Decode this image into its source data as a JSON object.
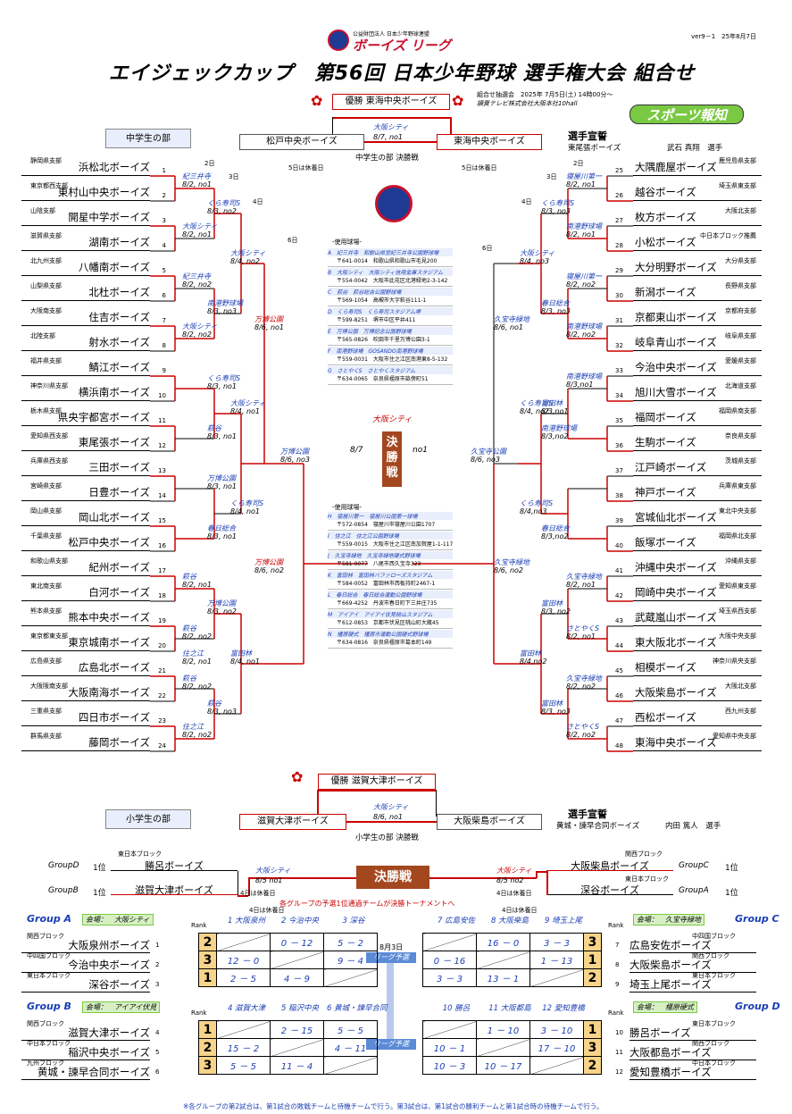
{
  "logo": {
    "org": "公益財団法人 日本少年野球連盟",
    "name": "ボーイズ リーグ"
  },
  "version": "ver9－1　25年8月7日",
  "title": "エイジェックカップ　第56回 日本少年野球 選手権大会 組合せ",
  "champion_mid": "優勝 東海中央ボーイズ",
  "draw_info": "組合せ抽選会　2025年 7月5日(土) 14時00分～",
  "draw_venue": "讀賣テレビ株式会社大阪本社10hall",
  "sponsor": "スポーツ報知",
  "mid_label": "中学生の部",
  "mid_final": {
    "left": "松戸中央ボーイズ",
    "right": "東海中央ボーイズ",
    "venue": "大阪シティ",
    "date": "8/7, no1",
    "label": "中学生の部 決勝戦"
  },
  "oath_title": "選手宣誓",
  "oath_mid": {
    "team": "東尾張ボーイズ",
    "player": "武石 真翔　選手"
  },
  "rest_day": "5日は休養日",
  "days": {
    "d2": "2日",
    "d3": "3日",
    "d4": "4日",
    "d6": "6日"
  },
  "left_teams": [
    {
      "pref": "静岡県支部",
      "team": "浜松北ボーイズ",
      "n": "1"
    },
    {
      "pref": "東京都西支部",
      "team": "東村山中央ボーイズ",
      "n": "2"
    },
    {
      "pref": "山陰支部",
      "team": "開星中学ボーイズ",
      "n": "3"
    },
    {
      "pref": "滋賀県支部",
      "team": "湖南ボーイズ",
      "n": "4"
    },
    {
      "pref": "北九州支部",
      "team": "八幡南ボーイズ",
      "n": "5"
    },
    {
      "pref": "山梨県支部",
      "team": "北杜ボーイズ",
      "n": "6"
    },
    {
      "pref": "大阪南支部",
      "team": "住吉ボーイズ",
      "n": "7"
    },
    {
      "pref": "北陸支部",
      "team": "射水ボーイズ",
      "n": "8"
    },
    {
      "pref": "福井県支部",
      "team": "鯖江ボーイズ",
      "n": "9"
    },
    {
      "pref": "神奈川県支部",
      "team": "横浜南ボーイズ",
      "n": "10"
    },
    {
      "pref": "栃木県支部",
      "team": "県央宇都宮ボーイズ",
      "n": "11"
    },
    {
      "pref": "愛知県西支部",
      "team": "東尾張ボーイズ",
      "n": "12"
    },
    {
      "pref": "兵庫県西支部",
      "team": "三田ボーイズ",
      "n": "13"
    },
    {
      "pref": "宮崎県支部",
      "team": "日豊ボーイズ",
      "n": "14"
    },
    {
      "pref": "岡山県支部",
      "team": "岡山北ボーイズ",
      "n": "15"
    },
    {
      "pref": "千葉県支部",
      "team": "松戸中央ボーイズ",
      "n": "16"
    },
    {
      "pref": "和歌山県支部",
      "team": "紀州ボーイズ",
      "n": "17"
    },
    {
      "pref": "東北南支部",
      "team": "白河ボーイズ",
      "n": "18"
    },
    {
      "pref": "熊本県支部",
      "team": "熊本中央ボーイズ",
      "n": "19"
    },
    {
      "pref": "東京都東支部",
      "team": "東京城南ボーイズ",
      "n": "20"
    },
    {
      "pref": "広島県支部",
      "team": "広島北ボーイズ",
      "n": "21"
    },
    {
      "pref": "大阪阪南支部",
      "team": "大阪南海ボーイズ",
      "n": "22"
    },
    {
      "pref": "三重県支部",
      "team": "四日市ボーイズ",
      "n": "23"
    },
    {
      "pref": "群馬県支部",
      "team": "藤岡ボーイズ",
      "n": "24"
    }
  ],
  "right_teams": [
    {
      "pref": "鹿児島県支部",
      "team": "大隅鹿屋ボーイズ",
      "n": "25"
    },
    {
      "pref": "埼玉県東支部",
      "team": "越谷ボーイズ",
      "n": "26"
    },
    {
      "pref": "大阪北支部",
      "team": "枚方ボーイズ",
      "n": "27"
    },
    {
      "pref": "中日本ブロック推薦",
      "team": "小松ボーイズ",
      "n": "28"
    },
    {
      "pref": "大分県支部",
      "team": "大分明野ボーイズ",
      "n": "29"
    },
    {
      "pref": "長野県支部",
      "team": "新潟ボーイズ",
      "n": "30"
    },
    {
      "pref": "京都府支部",
      "team": "京都東山ボーイズ",
      "n": "31"
    },
    {
      "pref": "岐阜県支部",
      "team": "岐阜青山ボーイズ",
      "n": "32"
    },
    {
      "pref": "愛媛県支部",
      "team": "今治中央ボーイズ",
      "n": "33"
    },
    {
      "pref": "北海道支部",
      "team": "旭川大雪ボーイズ",
      "n": "34"
    },
    {
      "pref": "福岡県南支部",
      "team": "福岡ボーイズ",
      "n": "35"
    },
    {
      "pref": "奈良県支部",
      "team": "生駒ボーイズ",
      "n": "36"
    },
    {
      "pref": "茨城県支部",
      "team": "江戸崎ボーイズ",
      "n": "37"
    },
    {
      "pref": "兵庫県東支部",
      "team": "神戸ボーイズ",
      "n": "38"
    },
    {
      "pref": "東北中央支部",
      "team": "宮城仙北ボーイズ",
      "n": "39"
    },
    {
      "pref": "福岡県北支部",
      "team": "飯塚ボーイズ",
      "n": "40"
    },
    {
      "pref": "沖縄県支部",
      "team": "沖縄中央ボーイズ",
      "n": "41"
    },
    {
      "pref": "愛知県東支部",
      "team": "岡崎中央ボーイズ",
      "n": "42"
    },
    {
      "pref": "埼玉県西支部",
      "team": "武蔵嵐山ボーイズ",
      "n": "43"
    },
    {
      "pref": "大阪中央支部",
      "team": "東大阪北ボーイズ",
      "n": "44"
    },
    {
      "pref": "神奈川県央支部",
      "team": "相模ボーイズ",
      "n": "45"
    },
    {
      "pref": "大阪北支部",
      "team": "大阪柴島ボーイズ",
      "n": "46"
    },
    {
      "pref": "西九州支部",
      "team": "西松ボーイズ",
      "n": "47"
    },
    {
      "pref": "愛知県中央支部",
      "team": "東海中央ボーイズ",
      "n": "48"
    }
  ],
  "left_r1": [
    {
      "v": "紀三井寺",
      "d": "8/2, no1"
    },
    {
      "v": "大阪シティ",
      "d": "8/2, no1"
    },
    {
      "v": "紀三井寺",
      "d": "8/2, no2"
    },
    {
      "v": "大阪シティ",
      "d": "8/2, no2"
    },
    {
      "v": "萩谷",
      "d": "8/2, no1"
    },
    {
      "v": "萩谷",
      "d": "8/2, no2"
    },
    {
      "v": "住之江",
      "d": "8/2, no1"
    },
    {
      "v": "萩谷",
      "d": "8/2, no2"
    },
    {
      "v": "住之江",
      "d": "8/2, no2"
    }
  ],
  "left_r2": [
    {
      "v": "くら寿司S",
      "d": "8/3, no2"
    },
    {
      "v": "南港野球場",
      "d": "8/3, no3"
    },
    {
      "v": "くら寿司S",
      "d": "8/3, no1"
    },
    {
      "v": "萩谷",
      "d": "8/3, no1"
    },
    {
      "v": "万博公園",
      "d": "8/3, no1"
    },
    {
      "v": "春日総合",
      "d": "8/3, no1"
    },
    {
      "v": "万博公園",
      "d": "8/3, no2"
    },
    {
      "v": "萩谷",
      "d": "8/3, no3"
    }
  ],
  "left_r3": [
    {
      "v": "大阪シティ",
      "d": "8/4, no2"
    },
    {
      "v": "大阪シティ",
      "d": "8/4, no1"
    },
    {
      "v": "くら寿司S",
      "d": "8/4, no1"
    },
    {
      "v": "富田林",
      "d": "8/4, no1"
    }
  ],
  "left_r4": [
    {
      "v": "万博公園",
      "d": "8/6, no1"
    },
    {
      "v": "万博公園",
      "d": "8/6, no2"
    }
  ],
  "left_r5": {
    "v": "万博公園",
    "d": "8/6, no3"
  },
  "right_r1": [
    {
      "v": "寝屋川第一",
      "d": "8/2, no1"
    },
    {
      "v": "南港野球場",
      "d": "8/2, no1"
    },
    {
      "v": "寝屋川第一",
      "d": "8/2, no2"
    },
    {
      "v": "南港野球場",
      "d": "8/2, no2"
    },
    {
      "v": "南港野球場",
      "d": "8/3,no1"
    },
    {
      "v": "久宝寺緑地",
      "d": "8/2, no1"
    },
    {
      "v": "さとやくS",
      "d": "8/2, no1"
    },
    {
      "v": "久宝寺緑地",
      "d": "8/2, no2"
    },
    {
      "v": "さとやくS",
      "d": "8/2, no2"
    }
  ],
  "right_r2": [
    {
      "v": "くら寿司S",
      "d": "8/3, no3"
    },
    {
      "v": "春日総合",
      "d": "8/3, no3"
    },
    {
      "v": "富田林",
      "d": "8/3,no1"
    },
    {
      "v": "南港野球場",
      "d": "8/3,no2"
    },
    {
      "v": "春日総合",
      "d": "8/3,no2"
    },
    {
      "v": "富田林",
      "d": "8/3, no2"
    },
    {
      "v": "富田林",
      "d": "8/3, no3"
    }
  ],
  "right_r3": [
    {
      "v": "大阪シティ",
      "d": "8/4, no3"
    },
    {
      "v": "くら寿司S",
      "d": "8/4, no2"
    },
    {
      "v": "くら寿司S",
      "d": "8/4,no3"
    },
    {
      "v": "富田林",
      "d": "8/4,no2"
    }
  ],
  "right_r4": [
    {
      "v": "久宝寺緑地",
      "d": "8/6, no1"
    },
    {
      "v": "久宝寺緑地",
      "d": "8/6, no2"
    }
  ],
  "right_r5": {
    "v": "久宝寺公園",
    "d": "8/6, no3"
  },
  "center_final": {
    "v": "大阪シティ",
    "date": "8/7",
    "no": "no1",
    "label": "決勝戦"
  },
  "venues_title": "-使用球場-",
  "venues1": [
    {
      "k": "A",
      "n": "紀三井寺　和歌山県営紀三井寺公園野球場",
      "a": "〒641-0014　和歌山県和歌山市毛見200"
    },
    {
      "k": "B",
      "n": "大阪シティ　大阪シティ信用金庫スタジアム",
      "a": "〒554-0042　大阪市此花区北港緑地2-3-142"
    },
    {
      "k": "C",
      "n": "萩谷　萩谷総合公園野球場",
      "a": "〒569-1054　高槻市大字萩谷111-1"
    },
    {
      "k": "D",
      "n": "くら寿司S　くら寿司スタジアム堺",
      "a": "〒599-8251　堺市中区平井411"
    },
    {
      "k": "E",
      "n": "万博公園　万博記念公園野球場",
      "a": "〒565-0826　吹田市千里万博公園3-1"
    },
    {
      "k": "F",
      "n": "南港野球場　GOSANDO南港野球場",
      "a": "〒559-0031　大阪市住之江区南港東8-5-132"
    },
    {
      "k": "G",
      "n": "さとやくS　さとやくスタジアム",
      "a": "〒634-0065　奈良県橿原市畝傍町51"
    }
  ],
  "venues2": [
    {
      "k": "H",
      "n": "寝屋川第一　寝屋川公園第一球場",
      "a": "〒572-0854　寝屋川市寝屋川公園1707"
    },
    {
      "k": "I",
      "n": "住之江　住之江公園野球場",
      "a": "〒559-0015　大阪市住之江区南加賀屋1-1-117"
    },
    {
      "k": "J",
      "n": "久宝寺緑地　久宝寺緑地硬式野球場",
      "a": "〒581-0077　八尾市西久宝寺323"
    },
    {
      "k": "K",
      "n": "富田林　富田林バファローズスタジアム",
      "a": "〒584-0052　富田林市西板持町2467-1"
    },
    {
      "k": "L",
      "n": "春日総合　春日総合運動公園野球場",
      "a": "〒669-4252　丹波市春日町下三井庄735"
    },
    {
      "k": "M",
      "n": "アイアイ　アイアイ伏見桃山スタジアム",
      "a": "〒612-0853　京都市伏見区桃山町大蔵45"
    },
    {
      "k": "N",
      "n": "橿原硬式　橿原市運動公園硬式野球場",
      "a": "〒634-0816　奈良県橿原市葛本町149"
    }
  ],
  "elem": {
    "champion": "優勝 滋賀大津ボーイズ",
    "label": "小学生の部",
    "final_left": "滋賀大津ボーイズ",
    "final_right": "大阪柴島ボーイズ",
    "final_venue": "大阪シティ",
    "final_date": "8/6, no1",
    "final_label": "小学生の部 決勝戦",
    "oath_team": "黄城・諫早合同ボーイズ",
    "oath_player": "内田 篤人　選手",
    "semi_title": "決勝戦",
    "semis": [
      {
        "group": "GroupD",
        "rank": "1位",
        "block": "東日本ブロック",
        "team": "勝呂ボーイズ"
      },
      {
        "group": "GroupB",
        "rank": "1位",
        "block": "",
        "team": "滋賀大津ボーイズ"
      },
      {
        "group": "GroupC",
        "rank": "1位",
        "block": "関西ブロック",
        "team": "大阪柴島ボーイズ"
      },
      {
        "group": "GroupA",
        "rank": "1位",
        "block": "東日本ブロック",
        "team": "深谷ボーイズ"
      }
    ],
    "semi_left": {
      "v": "大阪シティ",
      "d": "8/5  no1"
    },
    "semi_right": {
      "v": "大阪シティ",
      "d": "8/5  no2"
    },
    "rest_note": "4日は休養日",
    "group_note": "各グループの予選1位通過チームが決勝トーナメントへ",
    "league_date": "8月3日",
    "league_label": "リーグ予選",
    "groups": [
      {
        "name": "Group A",
        "venue": "会場：　大阪シティ",
        "cols": [
          "1 大阪泉州",
          "2 今治中央",
          "3 深谷"
        ],
        "rows": [
          {
            "block": "関西ブロック",
            "team": "大阪泉州ボーイズ",
            "rank": "2",
            "s": [
              "",
              "0 － 12",
              "5 － 2"
            ],
            "n": "1"
          },
          {
            "block": "中四国ブロック",
            "team": "今治中央ボーイズ",
            "rank": "3",
            "s": [
              "12 － 0",
              "",
              "9 － 4"
            ],
            "n": "2"
          },
          {
            "block": "東日本ブロック",
            "team": "深谷ボーイズ",
            "rank": "1",
            "s": [
              "2 － 5",
              "4 － 9",
              ""
            ],
            "n": "3"
          }
        ]
      },
      {
        "name": "Group C",
        "venue": "会場：　久宝寺緑地",
        "cols": [
          "7 広島安佐",
          "8 大阪柴島",
          "9 埼玉上尾"
        ],
        "rows": [
          {
            "block": "中四国ブロック",
            "team": "広島安佐ボーイズ",
            "rank": "3",
            "s": [
              "",
              "16 － 0",
              "3 － 3"
            ],
            "n": "7"
          },
          {
            "block": "関西ブロック",
            "team": "大阪柴島ボーイズ",
            "rank": "1",
            "s": [
              "0 － 16",
              "",
              "1 － 13"
            ],
            "n": "8"
          },
          {
            "block": "東日本ブロック",
            "team": "埼玉上尾ボーイズ",
            "rank": "2",
            "s": [
              "3 － 3",
              "13 － 1",
              ""
            ],
            "n": "9"
          }
        ]
      },
      {
        "name": "Group B",
        "venue": "会場：　アイアイ伏見",
        "cols": [
          "4 滋賀大津",
          "5 稲沢中央",
          "6 黄城・諫早合同"
        ],
        "rows": [
          {
            "block": "関西ブロック",
            "team": "滋賀大津ボーイズ",
            "rank": "1",
            "s": [
              "",
              "2 － 15",
              "5 － 5"
            ],
            "n": "4"
          },
          {
            "block": "中日本ブロック",
            "team": "稲沢中央ボーイズ",
            "rank": "2",
            "s": [
              "15 － 2",
              "",
              "4 － 11"
            ],
            "n": "5"
          },
          {
            "block": "九州ブロック",
            "team": "黄城・諫早合同ボーイズ",
            "rank": "3",
            "s": [
              "5 － 5",
              "11 － 4",
              ""
            ],
            "n": "6"
          }
        ]
      },
      {
        "name": "Group D",
        "venue": "会場：　橿原硬式",
        "cols": [
          "10 勝呂",
          "11 大阪都島",
          "12 愛知豊橋"
        ],
        "rows": [
          {
            "block": "東日本ブロック",
            "team": "勝呂ボーイズ",
            "rank": "1",
            "s": [
              "",
              "1 － 10",
              "3 － 10"
            ],
            "n": "10"
          },
          {
            "block": "関西ブロック",
            "team": "大阪都島ボーイズ",
            "rank": "3",
            "s": [
              "10 － 1",
              "",
              "17 － 10"
            ],
            "n": "11"
          },
          {
            "block": "中日本ブロック",
            "team": "愛知豊橋ボーイズ",
            "rank": "2",
            "s": [
              "10 － 3",
              "10 － 17",
              ""
            ],
            "n": "12"
          }
        ]
      }
    ],
    "footnote": "※各グループの第2試合は、第1試合の敗戦チームと待機チームで行う。第3試合は、第1試合の勝利チームと第1試合時の待機チームで行う。"
  }
}
